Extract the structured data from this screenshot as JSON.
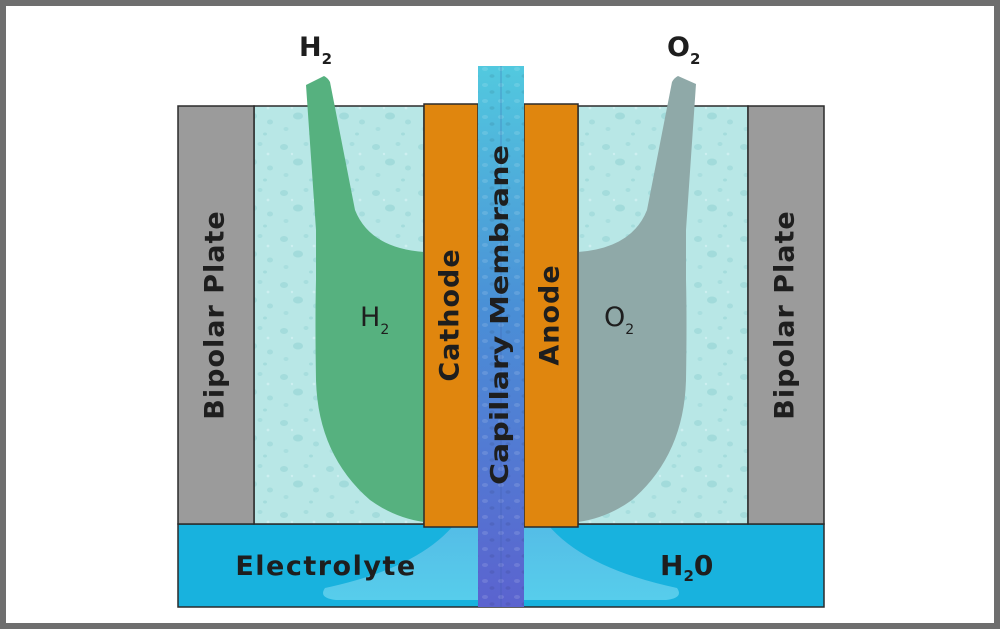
{
  "labels": {
    "bipolar_left": "Bipolar Plate",
    "bipolar_right": "Bipolar Plate",
    "cathode": "Cathode",
    "anode": "Anode",
    "membrane": "Capillary Membrane",
    "electrolyte": "Electrolyte",
    "h2_top": "H",
    "h2_top_sub": "2",
    "o2_top": "O",
    "o2_top_sub": "2",
    "h2_chamber": "H",
    "h2_chamber_sub": "2",
    "o2_chamber": "O",
    "o2_chamber_sub": "2",
    "water": "H",
    "water_sub": "2",
    "water_end": "0"
  },
  "colors": {
    "bipolar_plate": "#9b9b9b",
    "electrode": "#e0860e",
    "chamber": "#b5e6e6",
    "h2_gas": "#56b17f",
    "o2_gas": "#8fa9a8",
    "electrolyte": "#18b2de",
    "membrane": "#5b79d8",
    "electrolyte_glow": "#63d0ee"
  }
}
